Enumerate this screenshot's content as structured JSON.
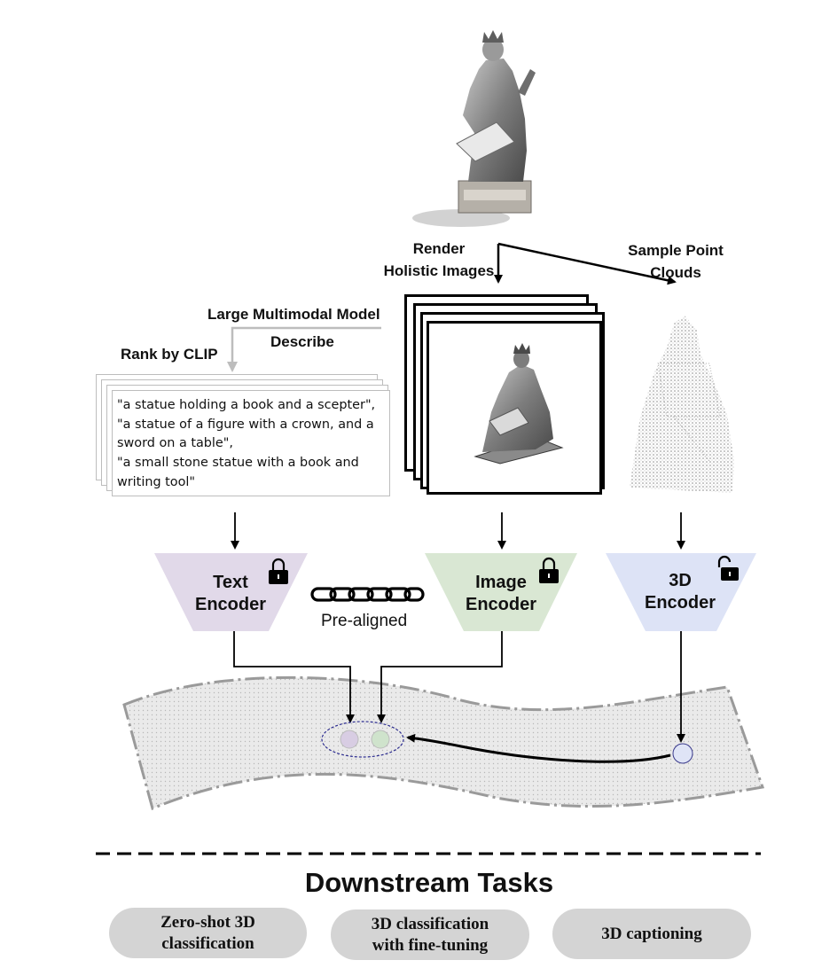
{
  "labels": {
    "render": "Render\nHolistic Images",
    "sample": "Sample Point\nClouds",
    "lmm": "Large Multimodal Model",
    "describe": "Describe",
    "rank": "Rank by CLIP"
  },
  "captions": [
    "\"a statue holding a book and a scepter\",",
    "\"a statue of a figure with a crown, and a",
    "sword on a table\",",
    "\"a small stone statue with a book and",
    "writing tool\""
  ],
  "encoders": {
    "text": {
      "label": "Text\nEncoder",
      "color": "#e1d9e9",
      "locked": true
    },
    "image": {
      "label": "Image\nEncoder",
      "color": "#d9e7d3",
      "locked": true
    },
    "threed": {
      "label": "3D\nEncoder",
      "color": "#dde3f6",
      "locked": false
    }
  },
  "pre_aligned": "Pre-aligned",
  "embedding_colors": {
    "text": "#d8cde3",
    "image": "#cfe3cc",
    "threed": "#dfe4f6"
  },
  "tasks": {
    "title": "Downstream Tasks",
    "items": [
      "Zero-shot 3D\nclassification",
      "3D classification\nwith fine-tuning",
      "3D captioning"
    ]
  }
}
